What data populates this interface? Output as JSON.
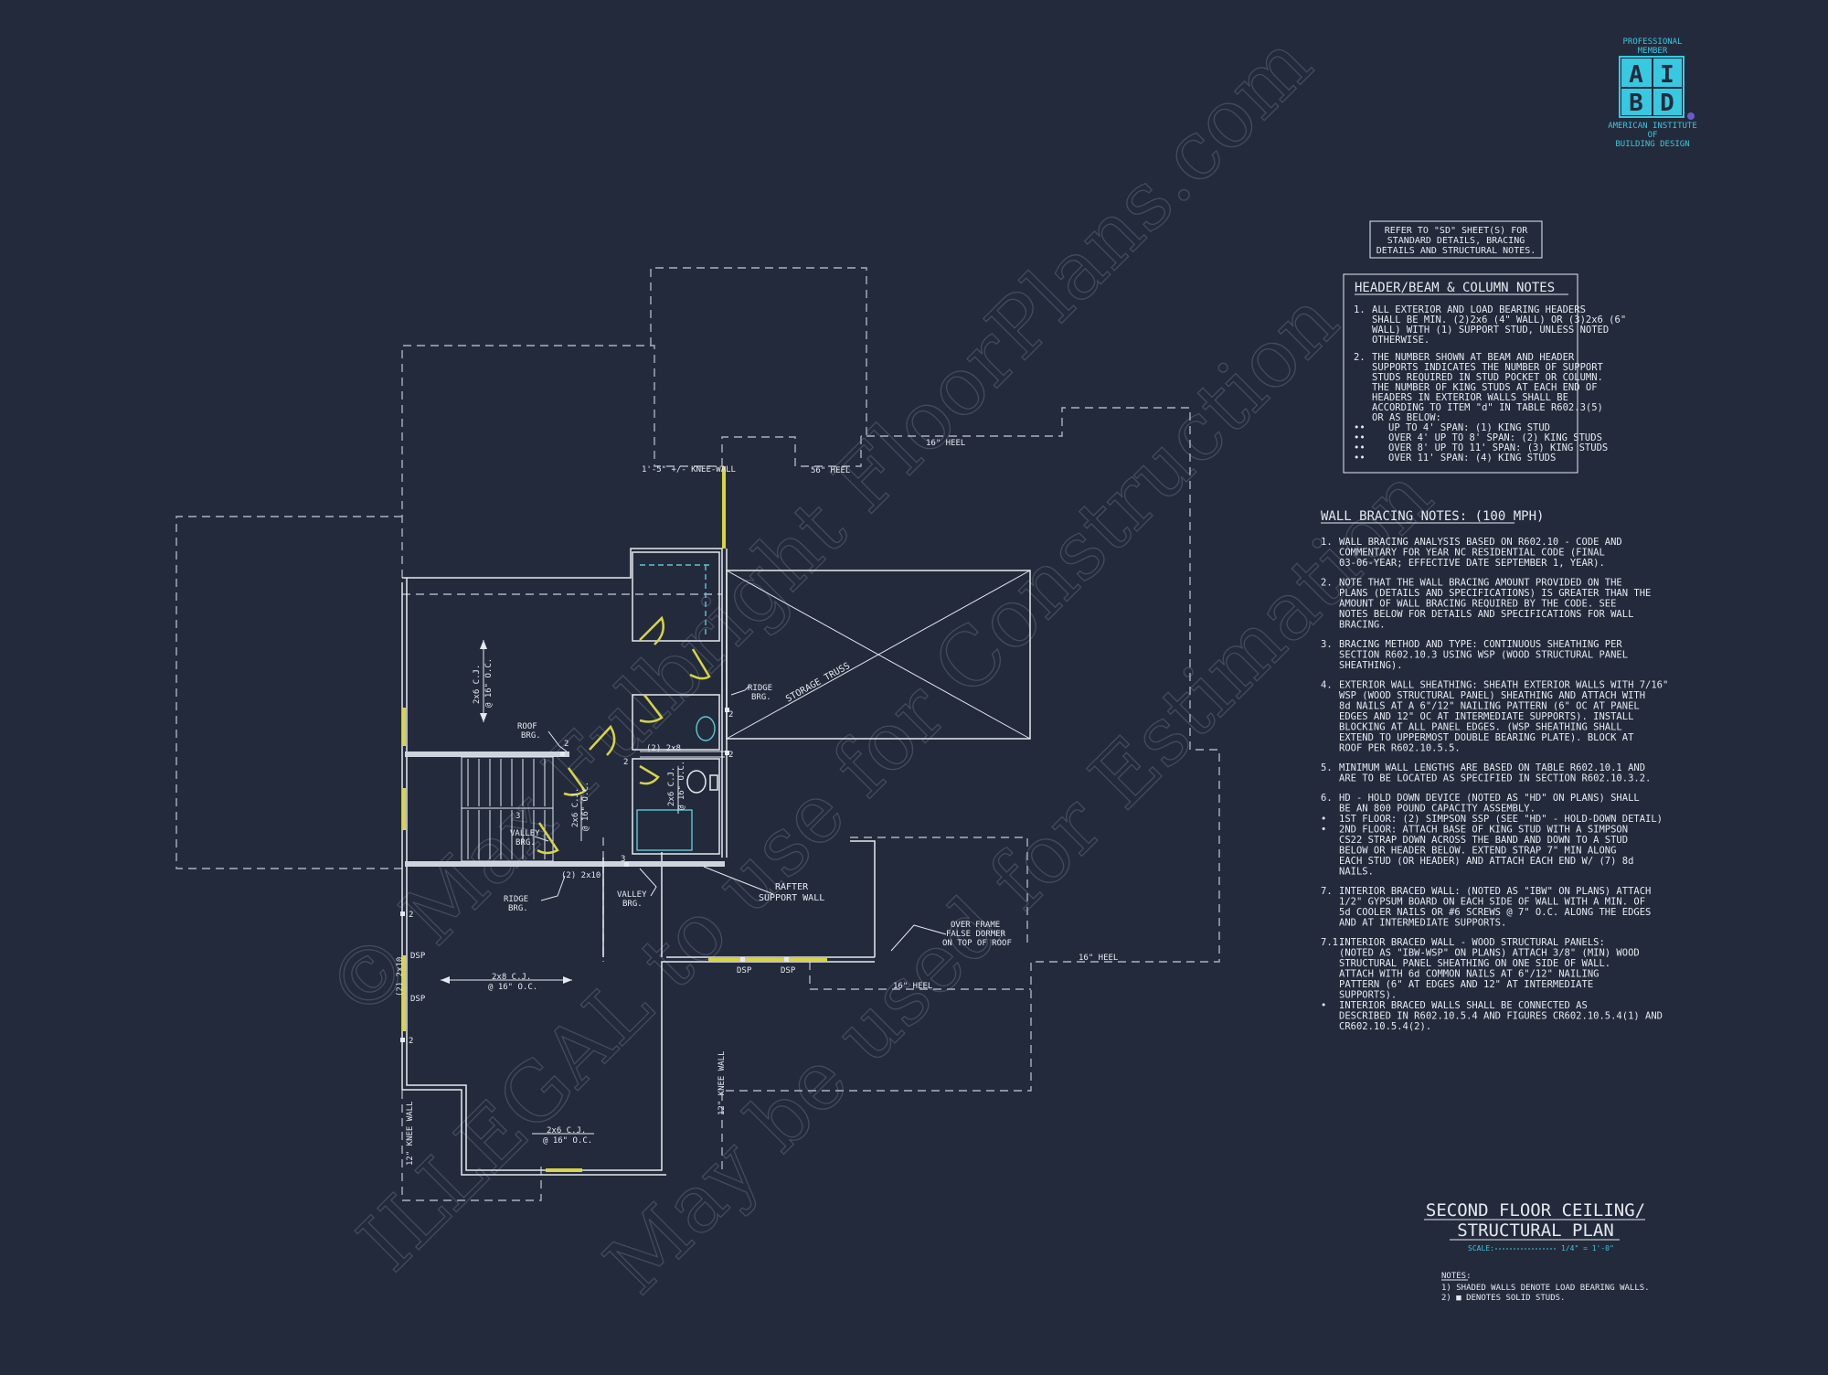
{
  "logo": {
    "top_line1": "PROFESSIONAL",
    "top_line2": "MEMBER",
    "letters": [
      "A",
      "I",
      "B",
      "D"
    ],
    "bottom_line1": "AMERICAN INSTITUTE",
    "bottom_line2": "OF",
    "bottom_line3": "BUILDING DESIGN",
    "color": "#38c8e0"
  },
  "refer_box": [
    "REFER TO \"SD\" SHEET(S) FOR",
    "STANDARD DETAILS, BRACING",
    "DETAILS AND STRUCTURAL NOTES."
  ],
  "header_notes": {
    "title": "HEADER/BEAM & COLUMN NOTES",
    "lines": [
      {
        "n": "1.",
        "t": "ALL EXTERIOR AND LOAD BEARING HEADERS"
      },
      {
        "n": "",
        "t": "SHALL BE MIN. (2)2x6 (4\" WALL) OR (3)2x6 (6\""
      },
      {
        "n": "",
        "t": "WALL) WITH (1) SUPPORT STUD, UNLESS NOTED"
      },
      {
        "n": "",
        "t": "OTHERWISE."
      },
      {
        "n": "2.",
        "t": "THE NUMBER SHOWN AT BEAM AND HEADER"
      },
      {
        "n": "",
        "t": "SUPPORTS INDICATES THE NUMBER OF SUPPORT"
      },
      {
        "n": "",
        "t": "STUDS REQUIRED IN STUD POCKET OR COLUMN."
      },
      {
        "n": "",
        "t": "THE NUMBER OF KING STUDS AT EACH END OF"
      },
      {
        "n": "",
        "t": "HEADERS IN EXTERIOR WALLS SHALL BE"
      },
      {
        "n": "",
        "t": "ACCORDING TO ITEM \"d\" IN TABLE R602.3(5)"
      },
      {
        "n": "",
        "t": "OR AS BELOW:"
      },
      {
        "n": "••",
        "t": "UP TO 4' SPAN: (1) KING STUD"
      },
      {
        "n": "••",
        "t": "OVER 4' UP TO 8' SPAN: (2) KING STUDS"
      },
      {
        "n": "••",
        "t": "OVER 8' UP TO 11' SPAN: (3) KING STUDS"
      },
      {
        "n": "••",
        "t": "OVER 11' SPAN: (4) KING STUDS"
      }
    ]
  },
  "wall_bracing": {
    "title": "WALL BRACING NOTES: (100 MPH)",
    "lines": [
      {
        "n": "1.",
        "t": "WALL BRACING ANALYSIS BASED ON R602.10 - CODE AND"
      },
      {
        "n": "",
        "t": "COMMENTARY FOR YEAR NC RESIDENTIAL CODE (FINAL"
      },
      {
        "n": "",
        "t": "03-06-YEAR; EFFECTIVE DATE SEPTEMBER 1, YEAR)."
      },
      {
        "n": "2.",
        "t": "NOTE THAT THE WALL BRACING AMOUNT PROVIDED ON THE"
      },
      {
        "n": "",
        "t": "PLANS (DETAILS AND SPECIFICATIONS) IS GREATER THAN THE"
      },
      {
        "n": "",
        "t": "AMOUNT OF WALL BRACING REQUIRED BY THE CODE. SEE"
      },
      {
        "n": "",
        "t": "NOTES BELOW FOR DETAILS AND SPECIFICATIONS FOR WALL"
      },
      {
        "n": "",
        "t": "BRACING."
      },
      {
        "n": "3.",
        "t": "BRACING METHOD AND TYPE: CONTINUOUS SHEATHING PER"
      },
      {
        "n": "",
        "t": "SECTION R602.10.3 USING WSP (WOOD STRUCTURAL PANEL"
      },
      {
        "n": "",
        "t": "SHEATHING)."
      },
      {
        "n": "4.",
        "t": "EXTERIOR WALL SHEATHING: SHEATH EXTERIOR WALLS WITH 7/16\""
      },
      {
        "n": "",
        "t": "WSP (WOOD STRUCTURAL PANEL) SHEATHING AND ATTACH WITH"
      },
      {
        "n": "",
        "t": "8d NAILS AT A 6\"/12\" NAILING PATTERN (6\" OC AT PANEL"
      },
      {
        "n": "",
        "t": "EDGES AND 12\" OC AT INTERMEDIATE SUPPORTS). INSTALL"
      },
      {
        "n": "",
        "t": "BLOCKING AT ALL PANEL EDGES. (WSP SHEATHING SHALL"
      },
      {
        "n": "",
        "t": "EXTEND TO UPPERMOST DOUBLE BEARING PLATE). BLOCK AT"
      },
      {
        "n": "",
        "t": "ROOF PER R602.10.5.5."
      },
      {
        "n": "5.",
        "t": "MINIMUM WALL LENGTHS ARE BASED ON TABLE R602.10.1 AND"
      },
      {
        "n": "",
        "t": "ARE TO BE LOCATED AS SPECIFIED IN SECTION R602.10.3.2."
      },
      {
        "n": "6.",
        "t": "HD - HOLD DOWN DEVICE (NOTED AS \"HD\" ON PLANS) SHALL"
      },
      {
        "n": "",
        "t": "BE AN 800 POUND CAPACITY ASSEMBLY."
      },
      {
        "n": "•",
        "t": "1ST FLOOR: (2) SIMPSON SSP (SEE \"HD\" - HOLD-DOWN DETAIL)"
      },
      {
        "n": "•",
        "t": "2ND FLOOR: ATTACH BASE OF KING STUD WITH A SIMPSON"
      },
      {
        "n": "",
        "t": "CS22 STRAP DOWN ACROSS THE BAND AND DOWN TO A STUD"
      },
      {
        "n": "",
        "t": "BELOW OR HEADER BELOW. EXTEND STRAP 7\" MIN ALONG"
      },
      {
        "n": "",
        "t": "EACH STUD (OR HEADER) AND ATTACH EACH END W/ (7) 8d"
      },
      {
        "n": "",
        "t": "NAILS."
      },
      {
        "n": "7.",
        "t": "INTERIOR BRACED WALL: (NOTED AS \"IBW\" ON PLANS) ATTACH"
      },
      {
        "n": "",
        "t": "1/2\" GYPSUM BOARD ON EACH SIDE OF WALL WITH A MIN. OF"
      },
      {
        "n": "",
        "t": "5d COOLER NAILS OR #6 SCREWS @ 7\" O.C. ALONG THE EDGES"
      },
      {
        "n": "",
        "t": "AND AT INTERMEDIATE SUPPORTS."
      },
      {
        "n": "7.1.",
        "t": "INTERIOR BRACED WALL - WOOD STRUCTURAL PANELS:"
      },
      {
        "n": "",
        "t": "(NOTED AS \"IBW-WSP\" ON PLANS) ATTACH 3/8\" (MIN) WOOD"
      },
      {
        "n": "",
        "t": "STRUCTURAL PANEL SHEATHING ON ONE SIDE OF WALL."
      },
      {
        "n": "",
        "t": "ATTACH WITH 6d COMMON NAILS AT 6\"/12\" NAILING"
      },
      {
        "n": "",
        "t": "PATTERN (6\" AT EDGES AND 12\" AT INTERMEDIATE"
      },
      {
        "n": "",
        "t": "SUPPORTS)."
      },
      {
        "n": "•",
        "t": "INTERIOR BRACED WALLS SHALL BE CONNECTED AS"
      },
      {
        "n": "",
        "t": "DESCRIBED IN R602.10.5.4 AND FIGURES CR602.10.5.4(1) AND"
      },
      {
        "n": "",
        "t": "CR602.10.5.4(2)."
      }
    ]
  },
  "plan_title": {
    "line1": "SECOND FLOOR CEILING/",
    "line2": "STRUCTURAL PLAN",
    "scale_label": "SCALE:",
    "scale_value": "1/4\" = 1'-0\"",
    "scale_color": "#38c8e0"
  },
  "plan_notes": {
    "title": "NOTES:",
    "line1": "1) SHADED WALLS DENOTE LOAD BEARING WALLS.",
    "line2": "2) ■ DENOTES SOLID STUDS."
  },
  "plan_labels": {
    "knee_wall_top": "1'-5\" +/- KNEE-WALL",
    "heel_56": "56\" HEEL",
    "heel_16_top": "16\" HEEL",
    "heel_16_right": "16\" HEEL",
    "heel_16_bottom": "16\" HEEL",
    "storage_truss": "STORAGE TRUSS",
    "ridge_brg_1": [
      "RIDGE",
      "BRG."
    ],
    "ridge_brg_2": [
      "RIDGE",
      "BRG."
    ],
    "roof_brg": [
      "ROOF",
      "BRG."
    ],
    "valley_brg_1": [
      "VALLEY",
      "BRG."
    ],
    "valley_brg_2": [
      "VALLEY",
      "BRG."
    ],
    "cj_top": [
      "2x6 C.J.",
      "@ 16\" O.C."
    ],
    "cj_mid": [
      "2x8 C.J.",
      "@ 16\" O.C."
    ],
    "cj_small": [
      "2x6 C.J.",
      "@ 16\" O.C."
    ],
    "cj_bath": [
      "2x6 C.J.",
      "@ 16\" O.C."
    ],
    "cj_bottom": [
      "2x6 C.J.",
      "@ 16\" O.C."
    ],
    "beam_2x8": "(2) 2x8",
    "beam_2x10": "(2) 2x10",
    "beam_2x10_v": "(2) 2x10",
    "rafter": [
      "RAFTER",
      "SUPPORT WALL"
    ],
    "over_frame": [
      "OVER FRAME",
      "FALSE DORMER",
      "ON TOP OF ROOF"
    ],
    "dsp": "DSP",
    "knee_12_left": "12\" KNEE WALL",
    "knee_12_mid": "12\" KNEE WALL",
    "n2": "2",
    "n3": "3"
  },
  "watermark": {
    "line1": "© Max Fulbright FloorPlans.com",
    "line2": "ILLEGAL to use for Construction",
    "line3": "May be used for Estimation"
  },
  "colors": {
    "background": "#232a3b",
    "linework": "#e6e9f0",
    "load_bearing": "#d8d34a",
    "accent": "#38c8e0"
  }
}
